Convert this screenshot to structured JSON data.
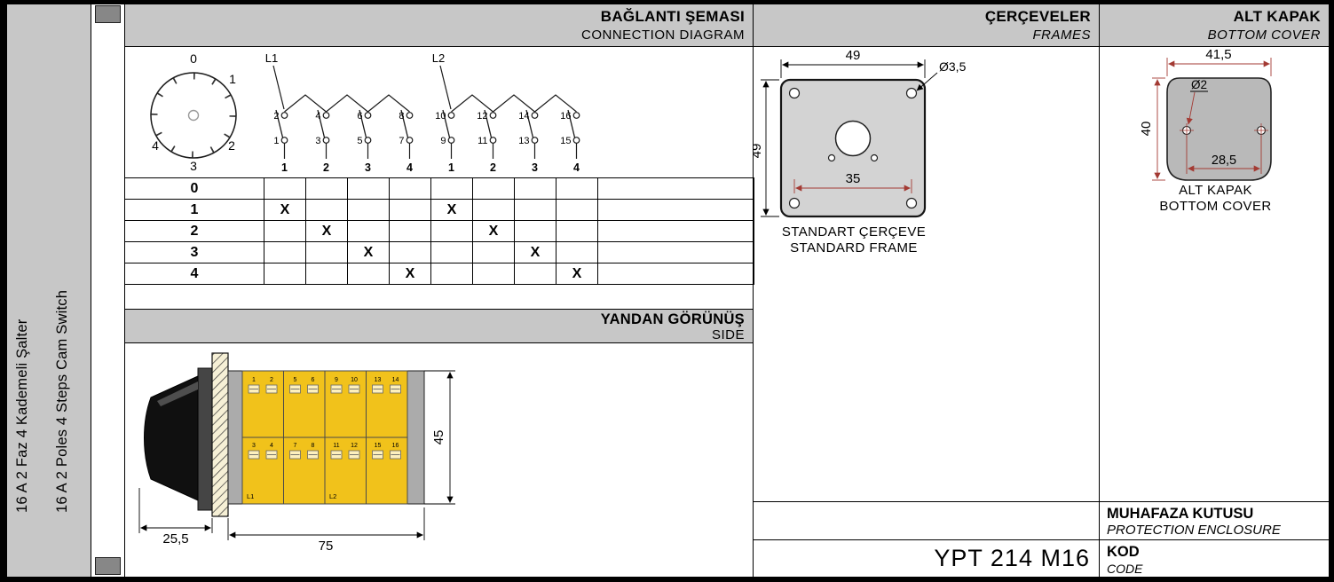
{
  "sidebar": {
    "line_tr": "16 A 2 Faz 4 Kademeli Şalter",
    "line_en": "16 A 2 Poles 4 Steps Cam Switch"
  },
  "connection": {
    "header_tr": "BAĞLANTI ŞEMASI",
    "header_en": "CONNECTION DIAGRAM",
    "dial_labels": [
      "0",
      "1",
      "2",
      "3",
      "4"
    ],
    "l1": "L1",
    "l2": "L2",
    "top_terminals": [
      "2",
      "4",
      "6",
      "8",
      "10",
      "12",
      "14",
      "16"
    ],
    "bottom_terminals": [
      "1",
      "3",
      "5",
      "7",
      "9",
      "11",
      "13",
      "15"
    ],
    "ways": [
      "1",
      "2",
      "3",
      "4",
      "1",
      "2",
      "3",
      "4"
    ],
    "table_rows": [
      {
        "pos": "0",
        "m": [
          "",
          "",
          "",
          "",
          "",
          "",
          "",
          ""
        ]
      },
      {
        "pos": "1",
        "m": [
          "X",
          "",
          "",
          "",
          "X",
          "",
          "",
          ""
        ]
      },
      {
        "pos": "2",
        "m": [
          "",
          "X",
          "",
          "",
          "",
          "X",
          "",
          ""
        ]
      },
      {
        "pos": "3",
        "m": [
          "",
          "",
          "X",
          "",
          "",
          "",
          "X",
          ""
        ]
      },
      {
        "pos": "4",
        "m": [
          "",
          "",
          "",
          "X",
          "",
          "",
          "",
          "X"
        ]
      }
    ]
  },
  "side": {
    "header_tr": "YANDAN GÖRÜNÜŞ",
    "header_en": "SIDE",
    "dim_knob": "25,5",
    "dim_body": "75",
    "dim_height": "45",
    "modules_top": [
      [
        "1",
        "2"
      ],
      [
        "5",
        "6"
      ],
      [
        "9",
        "10"
      ],
      [
        "13",
        "14"
      ]
    ],
    "modules_bottom": [
      [
        "3",
        "4"
      ],
      [
        "7",
        "8"
      ],
      [
        "11",
        "12"
      ],
      [
        "15",
        "16"
      ]
    ],
    "l1": "L1",
    "l2": "L2"
  },
  "frames": {
    "header_tr": "ÇERÇEVELER",
    "header_en": "FRAMES",
    "dim_width": "49",
    "dim_height": "49",
    "dim_hole": "Ø3,5",
    "dim_spacing": "35",
    "caption_tr": "STANDART ÇERÇEVE",
    "caption_en": "STANDARD FRAME"
  },
  "cover": {
    "header_tr": "ALT KAPAK",
    "header_en": "BOTTOM COVER",
    "dim_width": "41,5",
    "dim_height": "40",
    "dim_hole": "Ø2",
    "dim_spacing": "28,5",
    "caption_tr": "ALT KAPAK",
    "caption_en": "BOTTOM COVER"
  },
  "footer": {
    "enclosure_tr": "MUHAFAZA KUTUSU",
    "enclosure_en": "PROTECTION ENCLOSURE",
    "code_tr": "KOD",
    "code_en": "CODE",
    "code_value": "YPT 214 M16"
  },
  "colors": {
    "header_bg": "#c7c7c7",
    "module_yellow": "#f1c21b",
    "dim_red": "#a33a33"
  }
}
